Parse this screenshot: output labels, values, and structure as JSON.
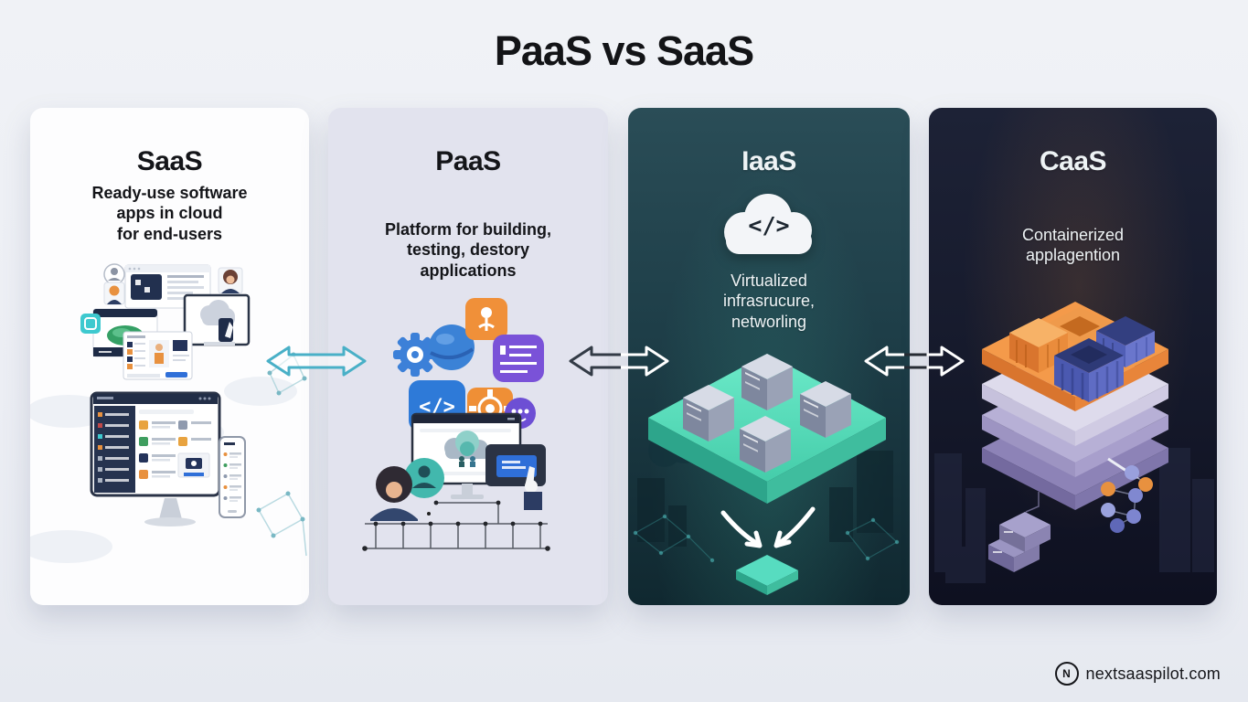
{
  "title": "PaaS vs SaaS",
  "panels": [
    {
      "heading": "SaaS",
      "description": "Ready-use software\napps in cloud\nfor end-users"
    },
    {
      "heading": "PaaS",
      "description": "Platform for building,\ntesting, destory\napplications",
      "code_label": "</>"
    },
    {
      "heading": "IaaS",
      "description": "Virtualized\ninfrasrucure,\nnetworling",
      "cloud_code": "</>"
    },
    {
      "heading": "CaaS",
      "description": "Containerized\napplagention"
    }
  ],
  "footer": {
    "logo_letter": "N",
    "brand": "nextsaaspilot.com"
  },
  "colors": {
    "page_bg": "#eef0f5",
    "saas_bg": "#fdfdfe",
    "paas_bg": "#e2e3ee",
    "iaas_bg": "#1e3e48",
    "caas_bg": "#161a2c",
    "teal_arrow": "#49b0c7",
    "platform_teal": "#5fe3c4",
    "stack_orange": "#f2994d",
    "stack_purple": "#8d83b7",
    "icon_blue": "#2f7bd9",
    "icon_orange": "#ef8f36",
    "icon_purple": "#7a52d8"
  }
}
